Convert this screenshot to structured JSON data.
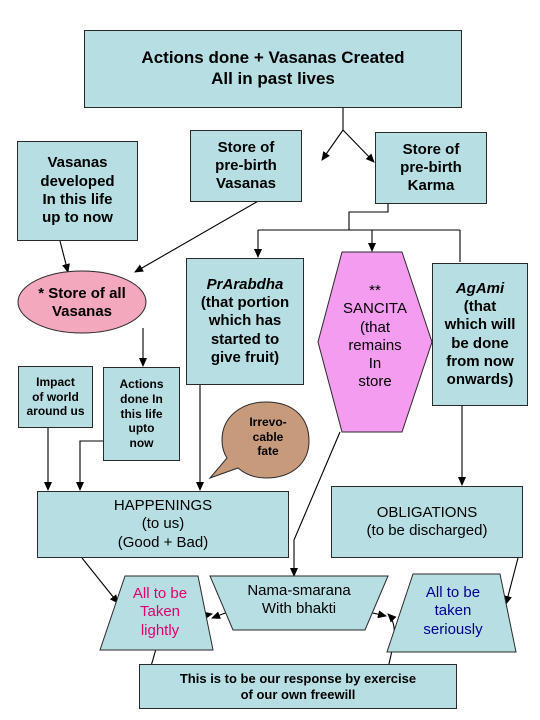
{
  "colors": {
    "box_fill": "#b7dfe3",
    "pink_fill": "#f4a8bd",
    "magenta_fill": "#f49cf0",
    "fate_fill": "#c79a7c",
    "taken_lightly_text": "#e0006f",
    "taken_seriously_text": "#00008b"
  },
  "nodes": {
    "actions_past": "Actions done + Vasanas Created\nAll in past lives",
    "store_vasanas": "Store of\npre-birth\nVasanas",
    "store_karma": "Store of\npre-birth\nKarma",
    "vasanas_developed": "Vasanas\ndeveloped\nIn this life\nup to now",
    "store_all_vasanas": "* Store of all\nVasanas",
    "prarabdha_title": "PrArabdha",
    "prarabdha_body": "(that portion\nwhich has\nstarted to\ngive fruit)",
    "sancita": "**\nSANCITA\n(that\nremains\nIn\nstore",
    "agami_title": "AgAmi",
    "agami_body": "(that\nwhich will\nbe done\nfrom now\nonwards)",
    "impact_world": "Impact\nof world\naround us",
    "actions_this_life": "Actions\ndone In\nthis life\nupto\nnow",
    "irrevocable_fate": "Irrevo-\ncable\nfate",
    "happenings": "HAPPENINGS\n(to us)\n(Good + Bad)",
    "obligations": "OBLIGATIONS\n(to be discharged)",
    "taken_lightly": "All to be\nTaken\nlightly",
    "nama_smarana": "Nama-smarana\nWith bhakti",
    "taken_seriously": "All to be\ntaken\nseriously",
    "response": "This is to be our response by exercise\nof our own freewill"
  }
}
